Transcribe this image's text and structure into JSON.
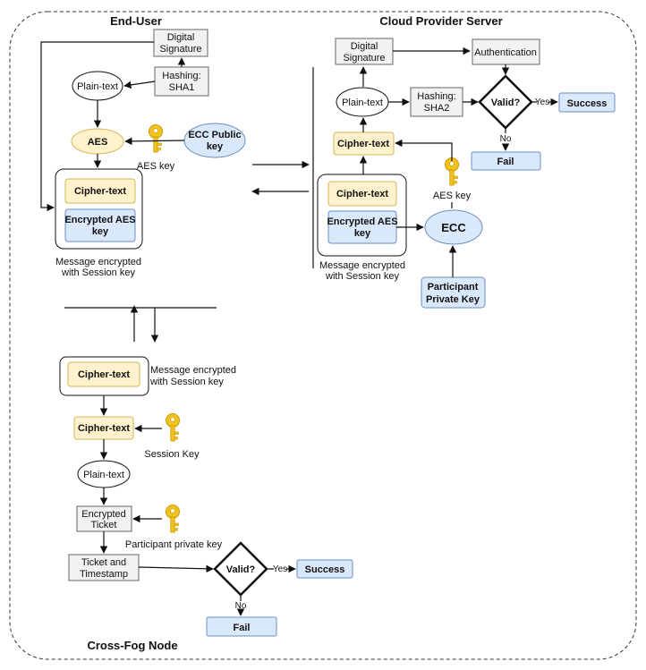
{
  "regions": {
    "end_user": "End-User",
    "cloud_provider": "Cloud Provider Server",
    "cross_fog": "Cross-Fog Node"
  },
  "end_user": {
    "digital_signature": [
      "Digital",
      "Signature"
    ],
    "hashing": [
      "Hashing:",
      "SHA1"
    ],
    "plain_text": "Plain-text",
    "aes": "AES",
    "ecc_public_key": [
      "ECC Public",
      "key"
    ],
    "aes_key_label": "AES key",
    "cipher_text": "Cipher-text",
    "encrypted_aes_key": [
      "Encrypted AES",
      "key"
    ],
    "message_caption": [
      "Message encrypted",
      "with Session key"
    ]
  },
  "cloud": {
    "digital_signature": [
      "Digital",
      "Signature"
    ],
    "authentication": "Authentication",
    "plain_text": "Plain-text",
    "hashing": [
      "Hashing:",
      "SHA2"
    ],
    "valid": "Valid?",
    "yes": "Yes",
    "no": "No",
    "success": "Success",
    "fail": "Fail",
    "cipher_text_top": "Cipher-text",
    "aes_key_label": "AES key",
    "cipher_text": "Cipher-text",
    "encrypted_aes_key": [
      "Encrypted AES",
      "key"
    ],
    "ecc": "ECC",
    "message_caption": [
      "Message encrypted",
      "with Session key"
    ],
    "participant_private_key": [
      "Participant",
      "Private Key"
    ]
  },
  "fog": {
    "cipher_text_box": "Cipher-text",
    "message_caption": [
      "Message encrypted",
      "with Session key"
    ],
    "cipher_text": "Cipher-text",
    "session_key_label": "Session Key",
    "plain_text": "Plain-text",
    "encrypted_ticket": [
      "Encrypted",
      "Ticket"
    ],
    "participant_private_key_label": "Participant private key",
    "ticket_timestamp": [
      "Ticket and",
      "Timestamp"
    ],
    "valid": "Valid?",
    "yes": "Yes",
    "no": "No",
    "success": "Success",
    "fail": "Fail"
  },
  "colors": {
    "gray_fill": "#f2f2f2",
    "gray_stroke": "#666666",
    "yellow_fill": "#fff2cc",
    "yellow_stroke": "#d6b656",
    "blue_fill": "#dae8fc",
    "blue_stroke": "#6c8ebf",
    "key_gold": "#f2c31f"
  },
  "icons": [
    "key-icon"
  ]
}
